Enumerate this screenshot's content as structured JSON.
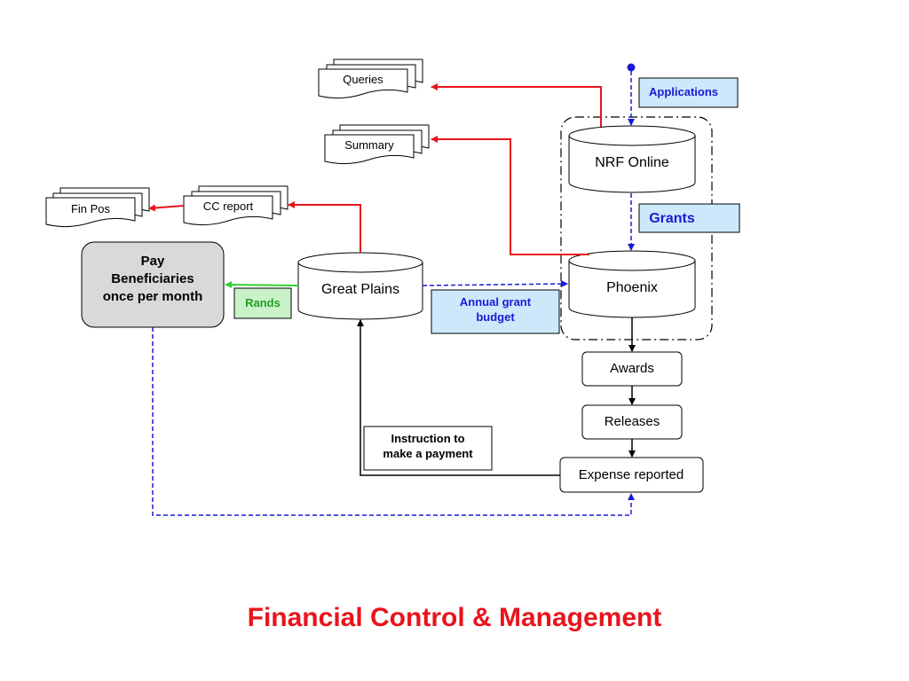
{
  "title": "Financial Control & Management",
  "nodes": {
    "queries": "Queries",
    "summary": "Summary",
    "fin_pos": "Fin Pos",
    "cc_report": "CC report",
    "pay_line1": "Pay",
    "pay_line2": "Beneficiaries",
    "pay_line3": "once per month",
    "great_plains": "Great Plains",
    "nrf_online": "NRF Online",
    "phoenix": "Phoenix",
    "awards": "Awards",
    "releases": "Releases",
    "expense_reported": "Expense reported"
  },
  "labels": {
    "applications": "Applications",
    "grants": "Grants",
    "rands": "Rands",
    "annual_line1": "Annual grant",
    "annual_line2": "budget",
    "instruction_line1": "Instruction to",
    "instruction_line2": "make a payment"
  },
  "colors": {
    "red_flow": "#e8141c",
    "blue_flow": "#1a1ad6",
    "green_flow": "#2fd12f",
    "label_fill": "#cce8fa",
    "rands_fill": "#c9f2c9",
    "pay_fill": "#d9d9d9"
  }
}
